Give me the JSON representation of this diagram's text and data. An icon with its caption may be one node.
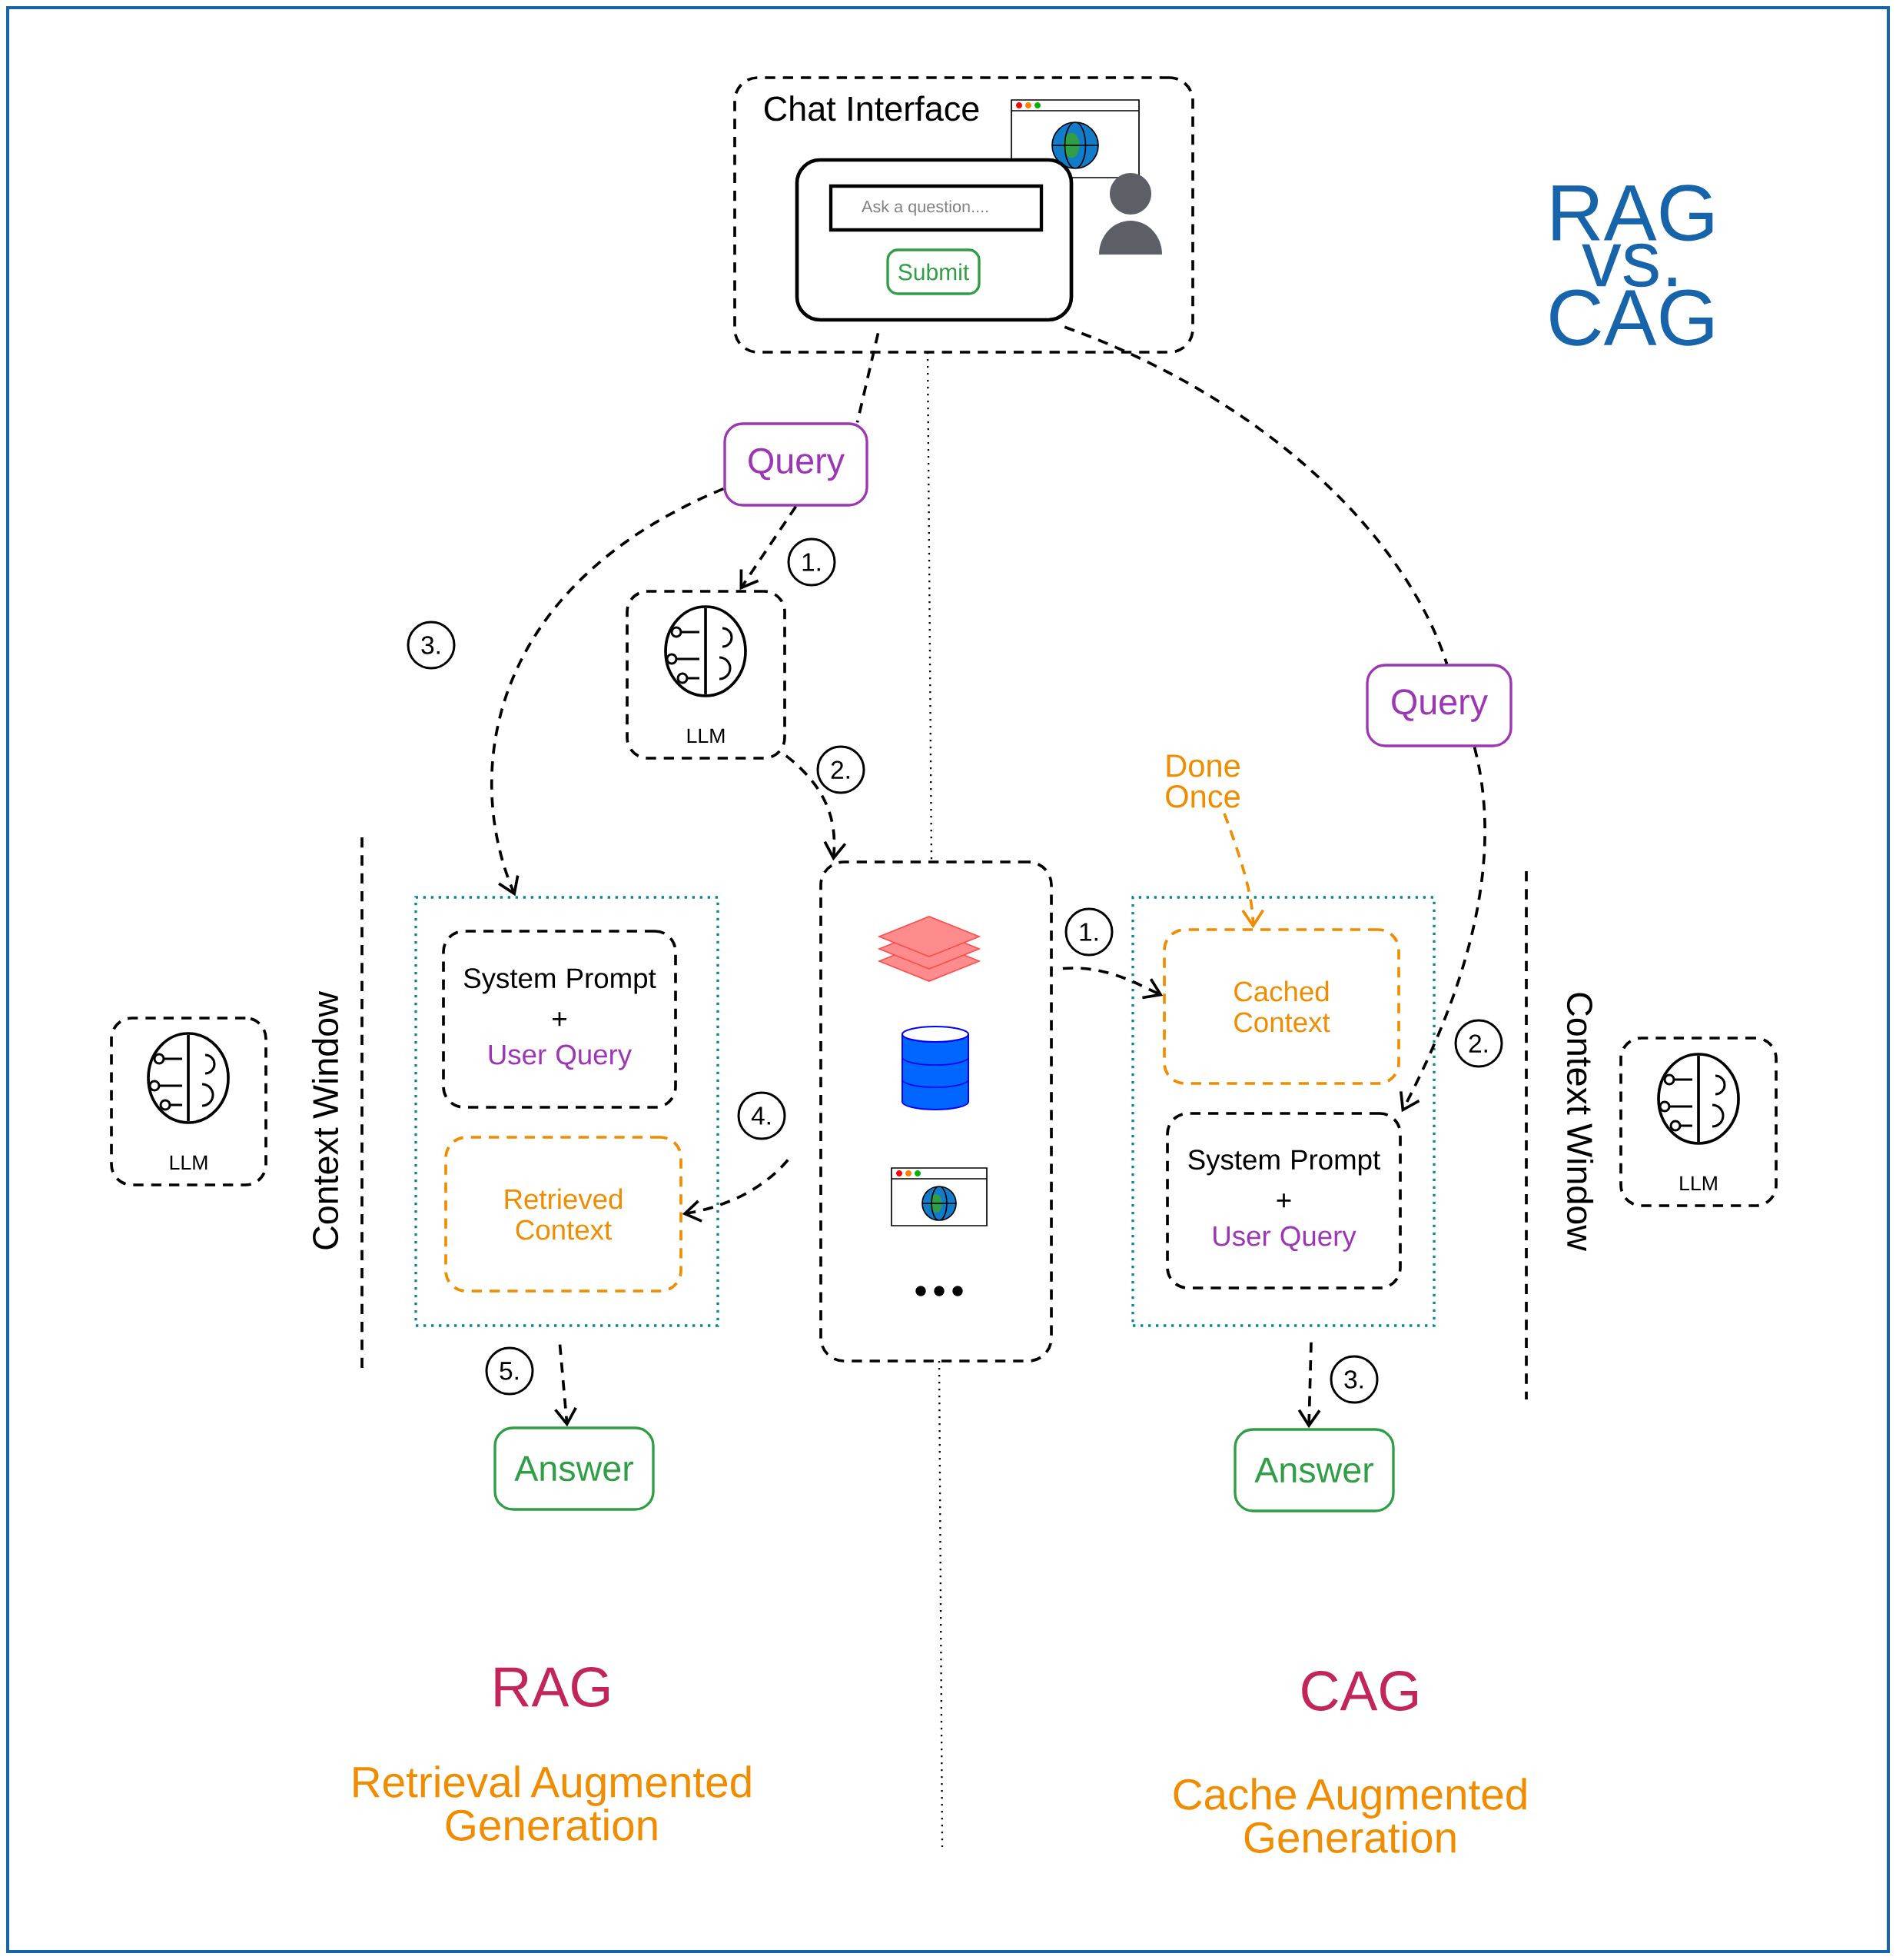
{
  "diagram": {
    "title": "RAG vs. CAG",
    "nodes": [
      {
        "text": [
          "Chat Interface"
        ]
      },
      {
        "text": [],
        "shape": "box",
        "in": 0
      },
      {
        "text": [
          "Ask a question...."
        ],
        "in": 1
      },
      {
        "text": [
          "Submit"
        ],
        "in": 1
      },
      {
        "text": [
          "Query"
        ]
      },
      {
        "text": [
          "LLM"
        ]
      },
      {
        "text": [],
        "shape": "box"
      },
      {
        "text": [],
        "shape": "box"
      },
      {
        "text": [
          "System Prompt",
          "+",
          "User Query"
        ],
        "in": 7
      },
      {
        "text": [
          "Retrieved Context"
        ],
        "in": 7
      },
      {
        "text": [
          "LLM"
        ]
      },
      {
        "text": [
          "Answer"
        ]
      },
      {
        "text": [
          "Query"
        ]
      },
      {
        "text": [
          "Done Once"
        ]
      },
      {
        "text": [],
        "shape": "box"
      },
      {
        "text": [
          "Cached Context"
        ],
        "in": 14
      },
      {
        "text": [
          "System Prompt",
          "+",
          "User Query"
        ],
        "in": 14
      },
      {
        "text": [
          "LLM"
        ]
      },
      {
        "text": [
          "Answer"
        ]
      }
    ],
    "edges": [
      {
        "from": 1,
        "to": 4,
        "arrow": "none",
        "style": "dashed"
      },
      {
        "from": 4,
        "to": 5,
        "arrow": "to",
        "style": "dashed",
        "label": "1."
      },
      {
        "from": 4,
        "to": 7,
        "arrow": "to",
        "style": "dashed",
        "label": "3."
      },
      {
        "from": 5,
        "to": 6,
        "arrow": "to",
        "style": "dashed",
        "label": "2."
      },
      {
        "from": 6,
        "to": 9,
        "arrow": "to",
        "style": "dashed",
        "label": "4."
      },
      {
        "from": 7,
        "to": 11,
        "arrow": "to",
        "style": "dashed",
        "label": "5."
      },
      {
        "from": 1,
        "to": 12,
        "arrow": "none",
        "style": "dashed"
      },
      {
        "from": 12,
        "to": 16,
        "arrow": "to",
        "style": "dashed",
        "label": "2."
      },
      {
        "from": 6,
        "to": 15,
        "arrow": "to",
        "style": "dashed",
        "label": "1."
      },
      {
        "from": 13,
        "to": 15,
        "arrow": "to",
        "style": "dashed",
        "color": "#f08c00"
      },
      {
        "from": 14,
        "to": 18,
        "arrow": "to",
        "style": "dashed",
        "label": "3."
      }
    ],
    "labels": [
      "Context Window",
      "Context Window",
      "RAG",
      "Retrieval Augmented Generation",
      "CAG",
      "Cache Augmented Generation"
    ]
  }
}
